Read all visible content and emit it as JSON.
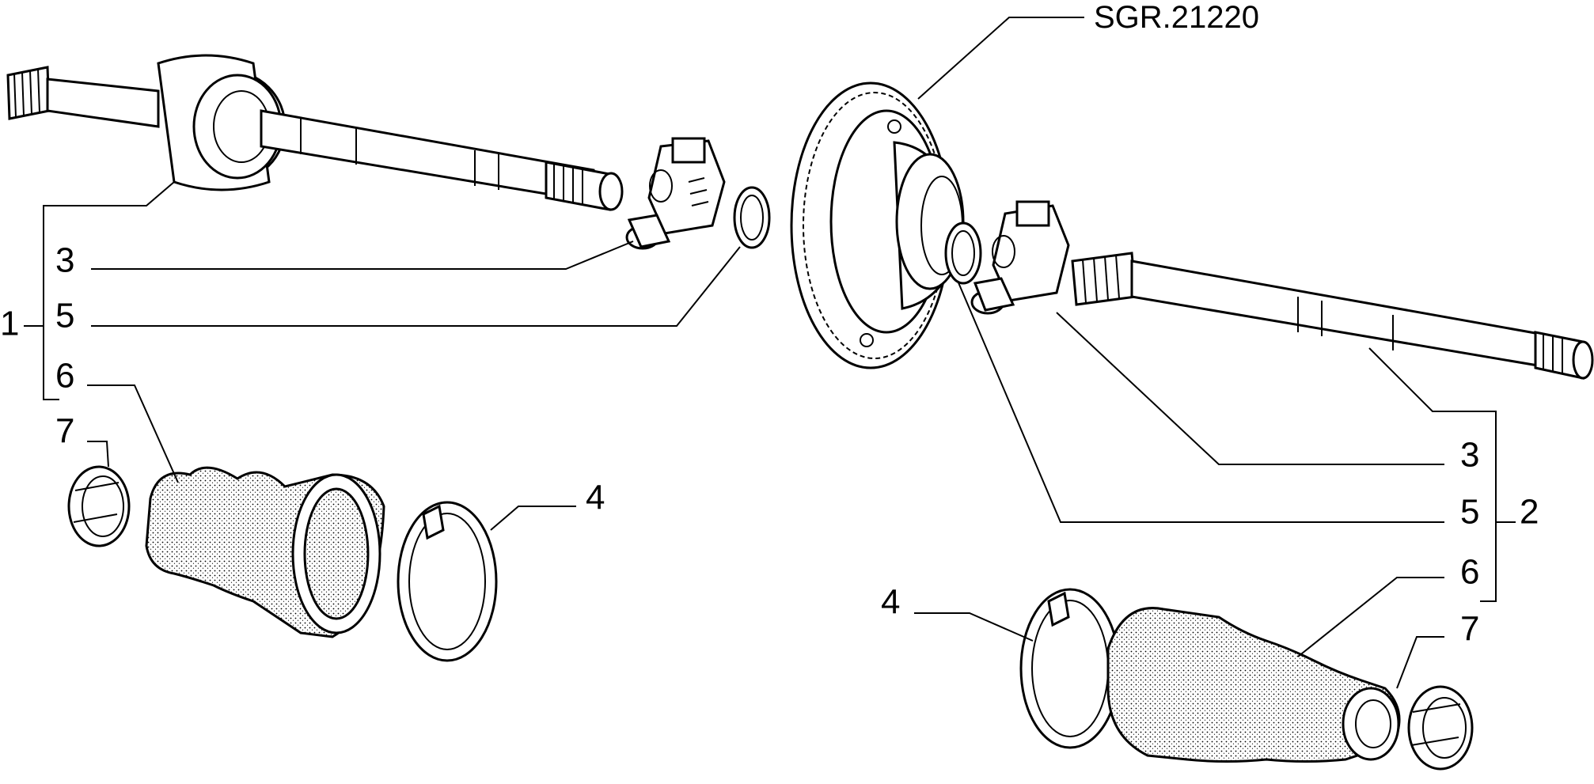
{
  "reference_code": "SGR.21220",
  "left_assembly": {
    "group_label": "1",
    "callouts": [
      "3",
      "5",
      "6",
      "7",
      "4"
    ]
  },
  "right_assembly": {
    "group_label": "2",
    "callouts": [
      "3",
      "5",
      "6",
      "4",
      "7"
    ]
  }
}
